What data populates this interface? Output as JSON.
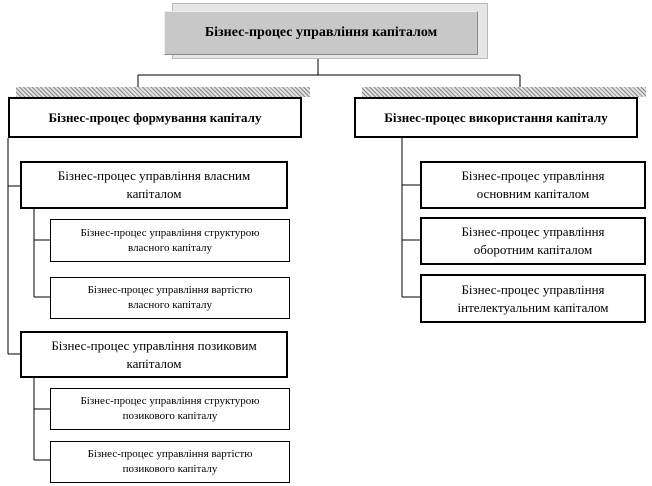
{
  "root": {
    "label": "Бізнес-процес управління капіталом"
  },
  "formation": {
    "label": "Бізнес-процес формування капіталу",
    "own": {
      "label_line1": "Бізнес-процес управління власним",
      "label_line2": "капіталом",
      "structure": {
        "line1": "Бізнес-процес управління структурою",
        "line2": "власного капіталу"
      },
      "cost": {
        "line1": "Бізнес-процес управління вартістю",
        "line2": "власного капіталу"
      }
    },
    "borrowed": {
      "label_line1": "Бізнес-процес управління позиковим",
      "label_line2": "капіталом",
      "structure": {
        "line1": "Бізнес-процес управління структурою",
        "line2": "позикового капіталу"
      },
      "cost": {
        "line1": "Бізнес-процес управління вартістю",
        "line2": "позикового капіталу"
      }
    }
  },
  "usage": {
    "label": "Бізнес-процес використання капіталу",
    "fixed": {
      "line1": "Бізнес-процес управління",
      "line2": "основним капіталом"
    },
    "working": {
      "line1": "Бізнес-процес управління",
      "line2": "оборотним капіталом"
    },
    "intellectual": {
      "line1": "Бізнес-процес управління",
      "line2": "інтелектуальним капіталом"
    }
  }
}
